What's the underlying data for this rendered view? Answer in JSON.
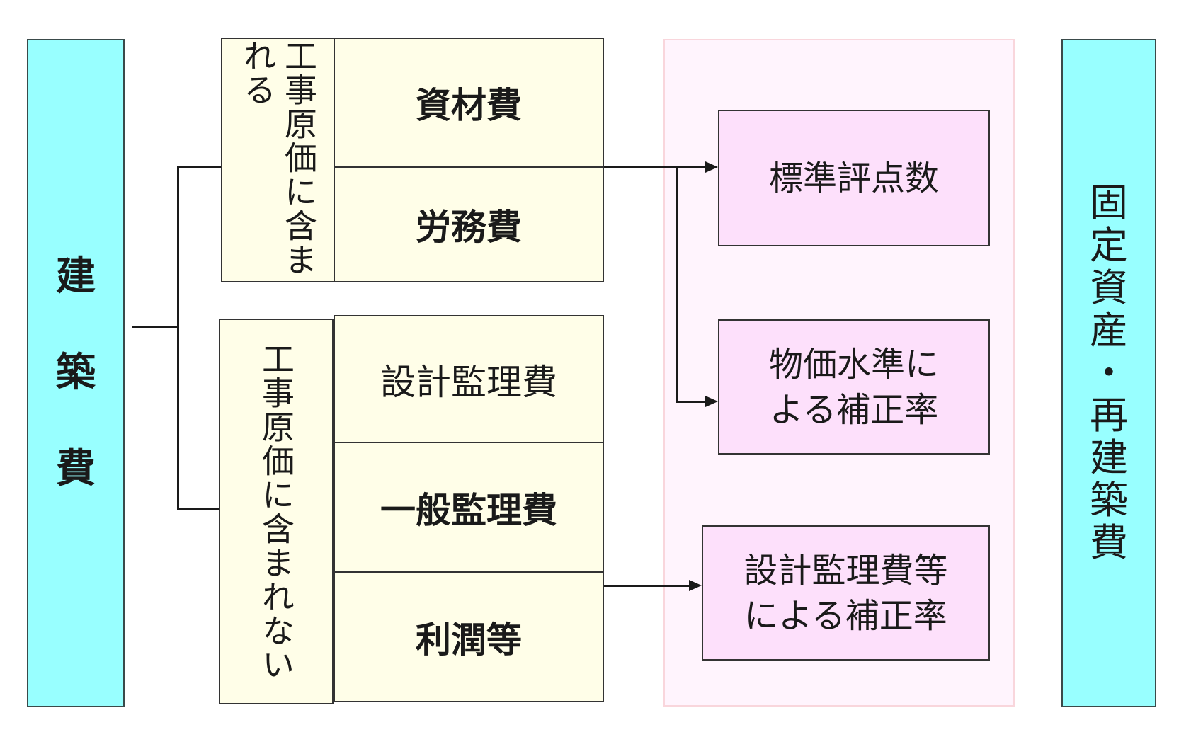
{
  "left_column": {
    "label": "建築費",
    "chars": [
      "建",
      "築",
      "費"
    ]
  },
  "included_group": {
    "label": "工事原価に含まれる",
    "items": [
      "資材費",
      "労務費"
    ]
  },
  "excluded_group": {
    "label": "工事原価に含まれない",
    "items": [
      "設計監理費",
      "一般監理費",
      "利潤等"
    ]
  },
  "factors": [
    {
      "lines": [
        "標準評点数"
      ]
    },
    {
      "lines": [
        "物価水準に",
        "よる補正率"
      ]
    },
    {
      "lines": [
        "設計監理費等",
        "による補正率"
      ]
    }
  ],
  "right_column": {
    "label": "固定資産・再建築費",
    "chars": [
      "固",
      "定",
      "資",
      "産",
      "・",
      "再",
      "建",
      "築",
      "費"
    ]
  },
  "colors": {
    "cost_column": "#98ffff",
    "cost_item": "#fffee8",
    "factor_box": "#fde0fb",
    "factor_region": "#fff4fd"
  }
}
